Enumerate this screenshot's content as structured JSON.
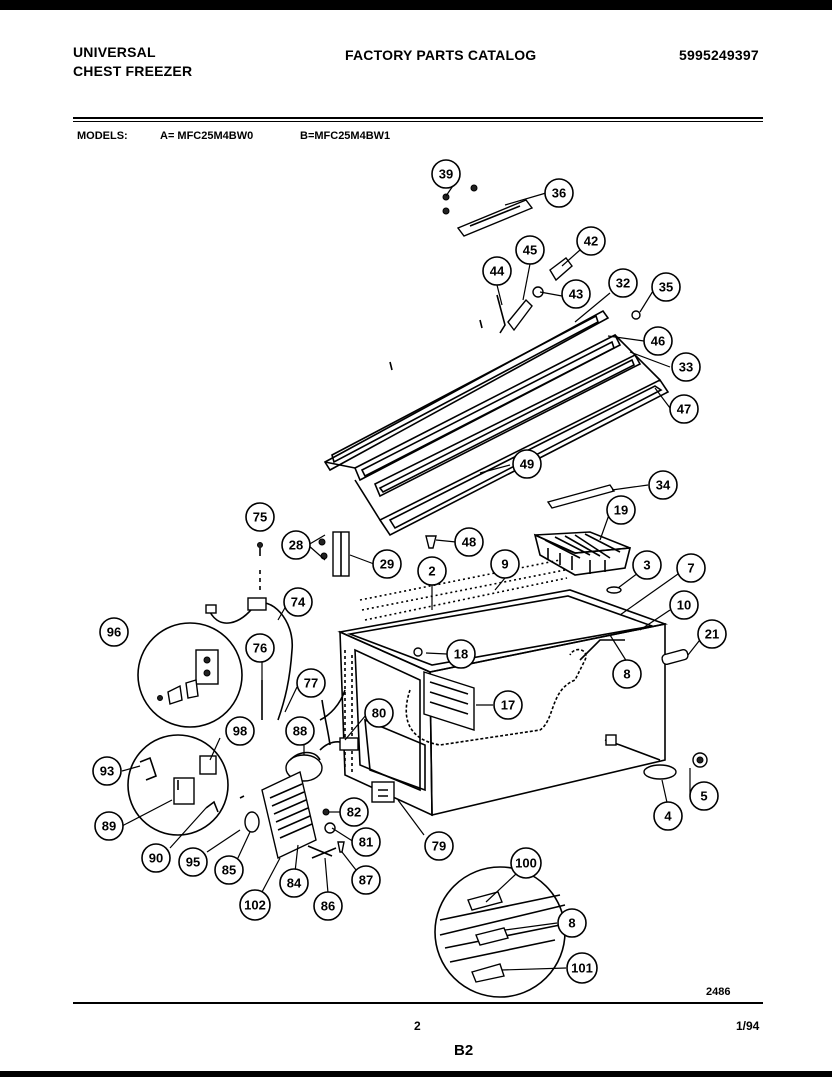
{
  "header": {
    "brand_line1": "UNIVERSAL",
    "brand_line2": "CHEST FREEZER",
    "catalog_title": "FACTORY PARTS CATALOG",
    "catalog_number": "5995249397"
  },
  "models": {
    "label": "MODELS:",
    "model_a": "A= MFC25M4BW0",
    "model_b": "B=MFC25M4BW1"
  },
  "callouts": {
    "c39": "39",
    "c36": "36",
    "c45": "45",
    "c42": "42",
    "c44": "44",
    "c43": "43",
    "c32": "32",
    "c35": "35",
    "c46": "46",
    "c33": "33",
    "c47": "47",
    "c49": "49",
    "c34": "34",
    "c19": "19",
    "c75": "75",
    "c28": "28",
    "c29": "29",
    "c48": "48",
    "c2": "2",
    "c9": "9",
    "c3": "3",
    "c7": "7",
    "c10": "10",
    "c21": "21",
    "c74": "74",
    "c96": "96",
    "c76": "76",
    "c18": "18",
    "c8": "8",
    "c77": "77",
    "c17": "17",
    "c98": "98",
    "c88": "88",
    "c80": "80",
    "c93": "93",
    "c82": "82",
    "c5": "5",
    "c4": "4",
    "c81": "81",
    "c79": "79",
    "c89": "89",
    "c90": "90",
    "c95": "95",
    "c85": "85",
    "c87": "87",
    "c84": "84",
    "c102": "102",
    "c86": "86",
    "c100": "100",
    "c8b": "8",
    "c101": "101"
  },
  "footer": {
    "drawing_number": "2486",
    "page_number": "2",
    "date": "1/94",
    "section": "B2"
  }
}
